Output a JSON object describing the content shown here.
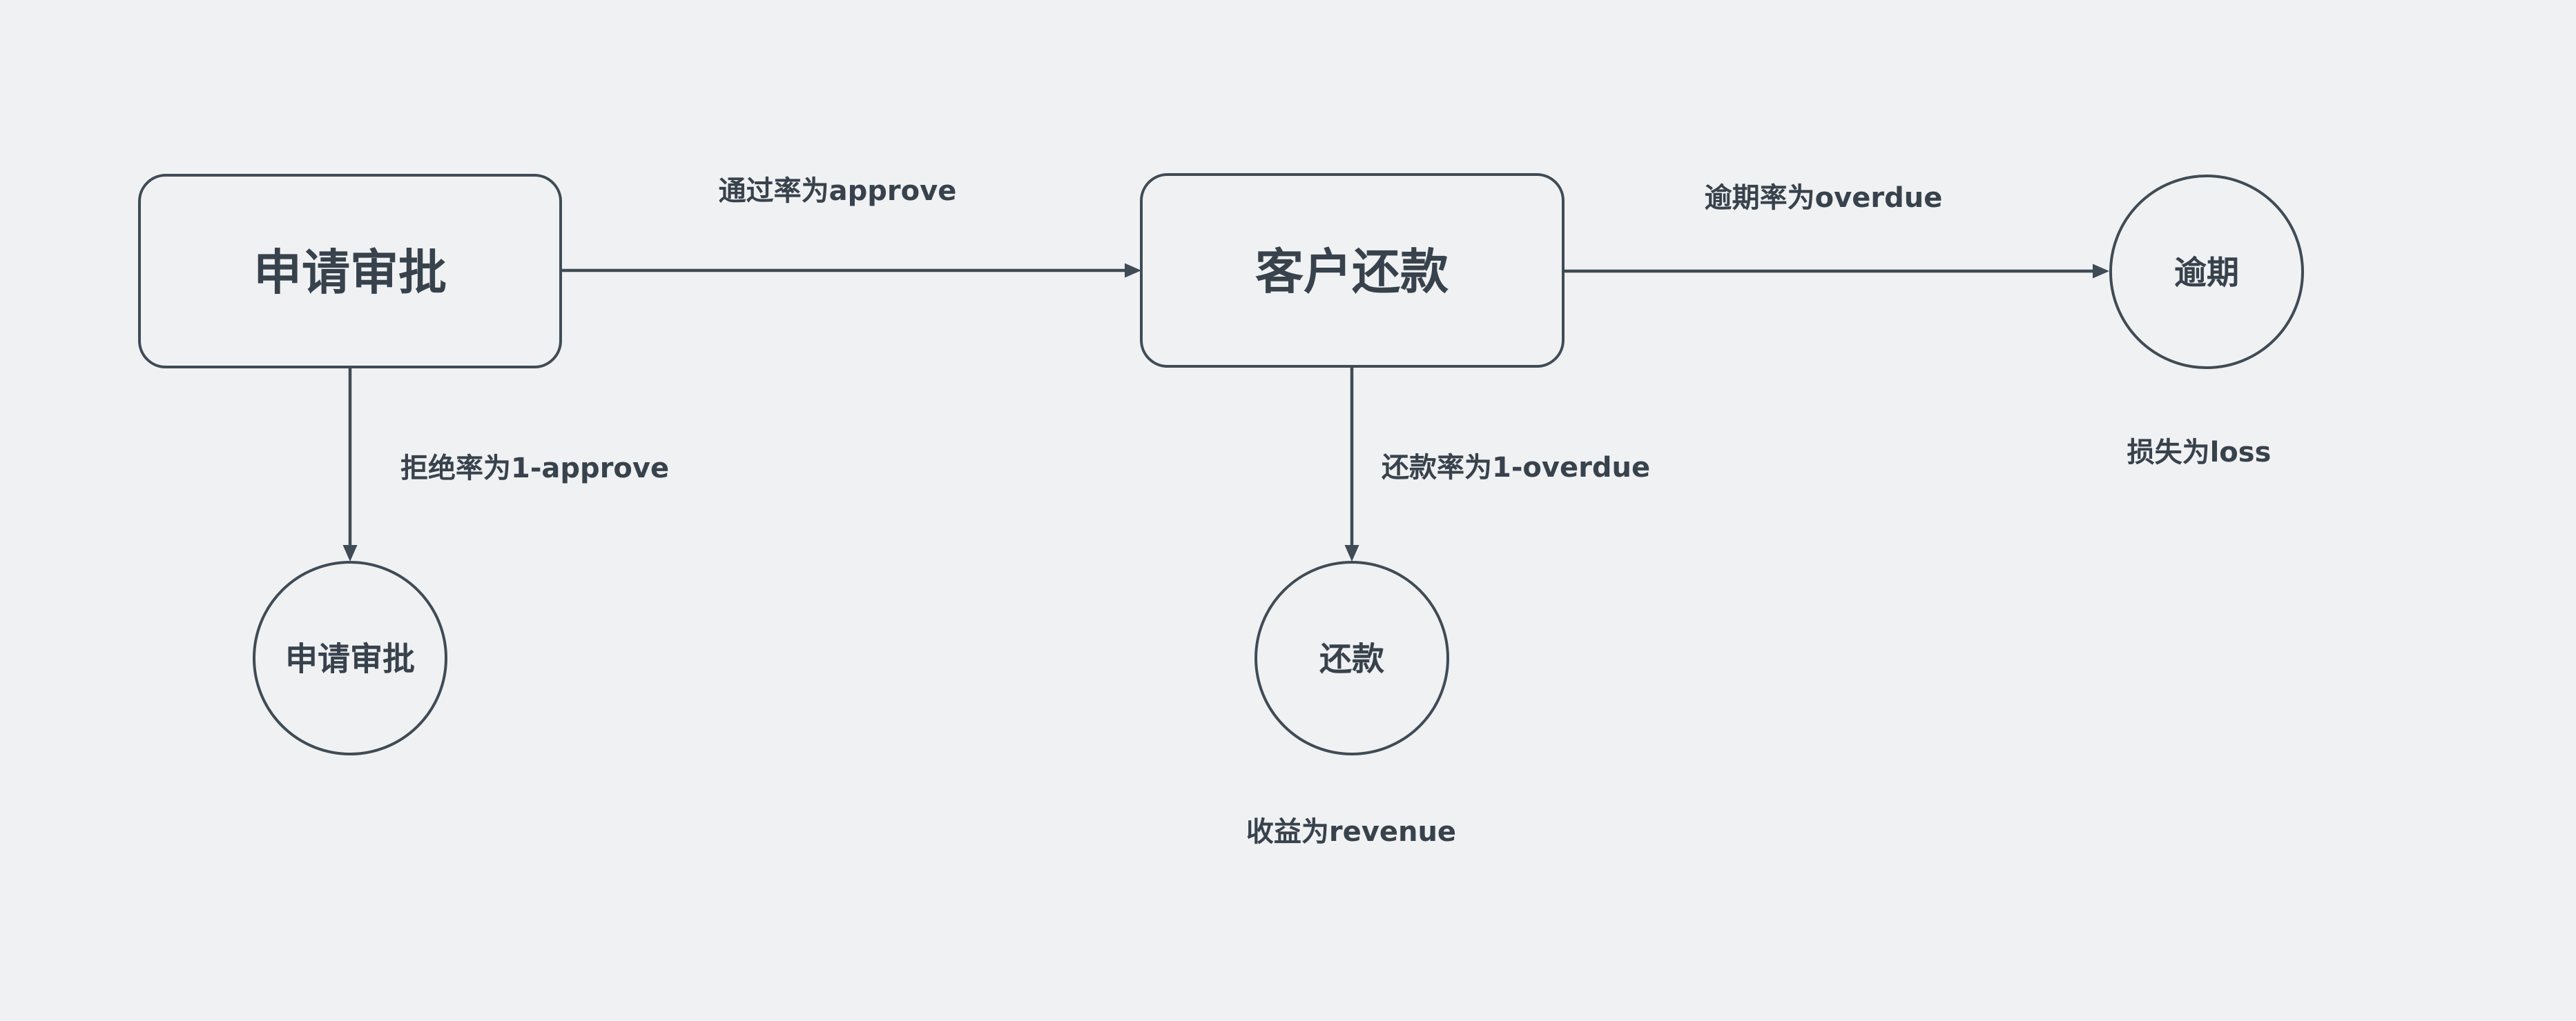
{
  "colors": {
    "canvas_background": "#f0f1f3",
    "shape_stroke": "#3f4b55",
    "label_text": "#38424c"
  },
  "diagram": {
    "nodes": [
      {
        "id": "approval-box",
        "shape": "rounded-rectangle",
        "label": "申请审批"
      },
      {
        "id": "repayment-box",
        "shape": "rounded-rectangle",
        "label": "客户还款"
      },
      {
        "id": "overdue-circle",
        "shape": "circle",
        "label": "逾期"
      },
      {
        "id": "approval-circle",
        "shape": "circle",
        "label": "申请审批"
      },
      {
        "id": "repayment-circle",
        "shape": "circle",
        "label": "还款"
      }
    ],
    "edges": [
      {
        "from": "approval-box",
        "to": "repayment-box",
        "label": "通过率为approve"
      },
      {
        "from": "repayment-box",
        "to": "overdue-circle",
        "label": "逾期率为overdue"
      },
      {
        "from": "approval-box",
        "to": "approval-circle",
        "label": "拒绝率为1-approve"
      },
      {
        "from": "repayment-box",
        "to": "repayment-circle",
        "label": "还款率为1-overdue"
      }
    ],
    "annotations": [
      {
        "target": "overdue-circle",
        "label": "损失为loss"
      },
      {
        "target": "repayment-circle",
        "label": "收益为revenue"
      }
    ]
  }
}
